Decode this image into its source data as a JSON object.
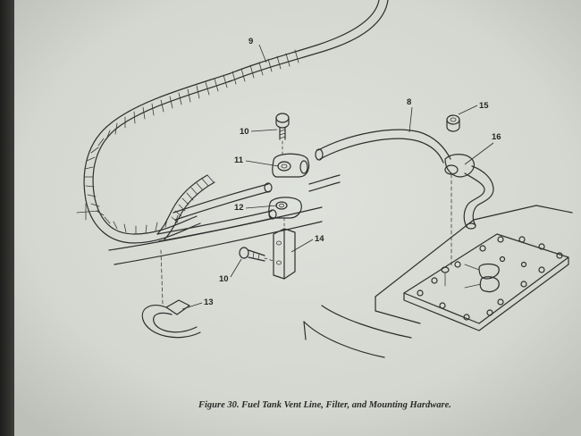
{
  "callouts": [
    {
      "id": "c9",
      "text": "9"
    },
    {
      "id": "c8",
      "text": "8"
    },
    {
      "id": "c15",
      "text": "15"
    },
    {
      "id": "c16",
      "text": "16"
    },
    {
      "id": "c10a",
      "text": "10"
    },
    {
      "id": "c11",
      "text": "11"
    },
    {
      "id": "c12",
      "text": "12"
    },
    {
      "id": "c14",
      "text": "14"
    },
    {
      "id": "c10b",
      "text": "10"
    },
    {
      "id": "c13",
      "text": "13"
    }
  ],
  "caption": "Figure 30.  Fuel Tank Vent Line, Filter, and Mounting Hardware.",
  "colors": {
    "paper": "#d6dad3",
    "ink": "#2e2e2e",
    "bezel": "#3c3c3a"
  }
}
